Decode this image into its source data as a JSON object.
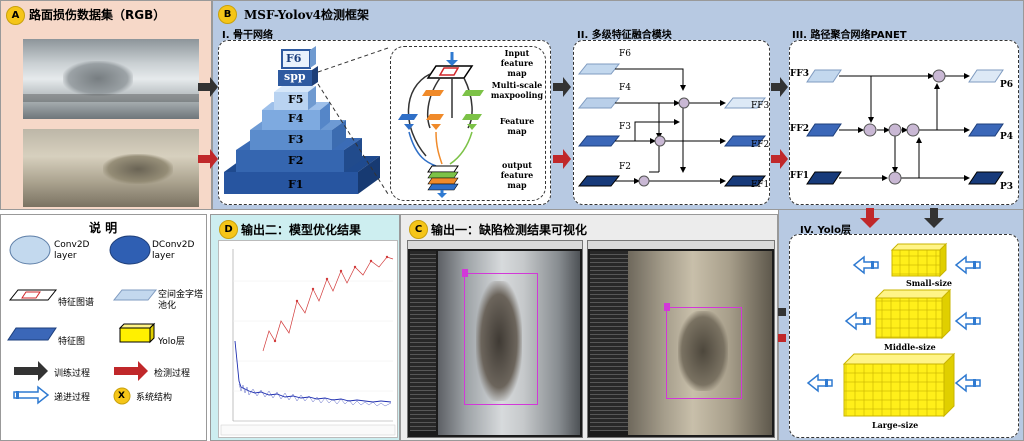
{
  "panelA": {
    "badge": "A",
    "title": "路面损伤数据集（RGB）"
  },
  "panelB": {
    "badge": "B",
    "title": "MSF-Yolov4检测框架",
    "backbone": {
      "title": "I. 骨干网络",
      "levels": [
        "F6",
        "spp",
        "F5",
        "F4",
        "F3",
        "F2",
        "F1"
      ],
      "spp_labels": [
        "Input feature map",
        "Multi-scale maxpooling",
        "Feature map",
        "output feature map"
      ]
    },
    "fusion": {
      "title": "II. 多级特征融合模块",
      "inputs": [
        "F6",
        "F4",
        "F3",
        "F2"
      ],
      "outputs": [
        "FF3",
        "FF2",
        "FF1"
      ]
    },
    "panet": {
      "title": "III. 路径聚合网络PANET",
      "inputs": [
        "FF3",
        "FF2",
        "FF1"
      ],
      "outputs": [
        "P6",
        "P4",
        "P3"
      ]
    },
    "yolo": {
      "title": "IV. Yolo层",
      "sizes": [
        "Small-size",
        "Middle-size",
        "Large-size"
      ]
    }
  },
  "panelC": {
    "badge": "C",
    "title": "输出一：缺陷检测结果可视化"
  },
  "panelD": {
    "badge": "D",
    "title": "输出二：模型优化结果"
  },
  "legend": {
    "title": "说  明",
    "items": [
      {
        "label": "Conv2D layer"
      },
      {
        "label": "DConv2D layer"
      },
      {
        "label": "特征图谱"
      },
      {
        "label": "空间金字塔池化"
      },
      {
        "label": "特征图"
      },
      {
        "label": "Yolo层"
      },
      {
        "label": "训练过程"
      },
      {
        "label": "检测过程"
      },
      {
        "label": "递进过程"
      },
      {
        "label": "系统结构",
        "badge": "X"
      }
    ]
  },
  "colors": {
    "panelA": "#f6d8c8",
    "panelB": "#b7c9e2",
    "panelC": "#ececec",
    "panelD": "#cdeef0",
    "train": "#333333",
    "detect": "#c0282a"
  }
}
